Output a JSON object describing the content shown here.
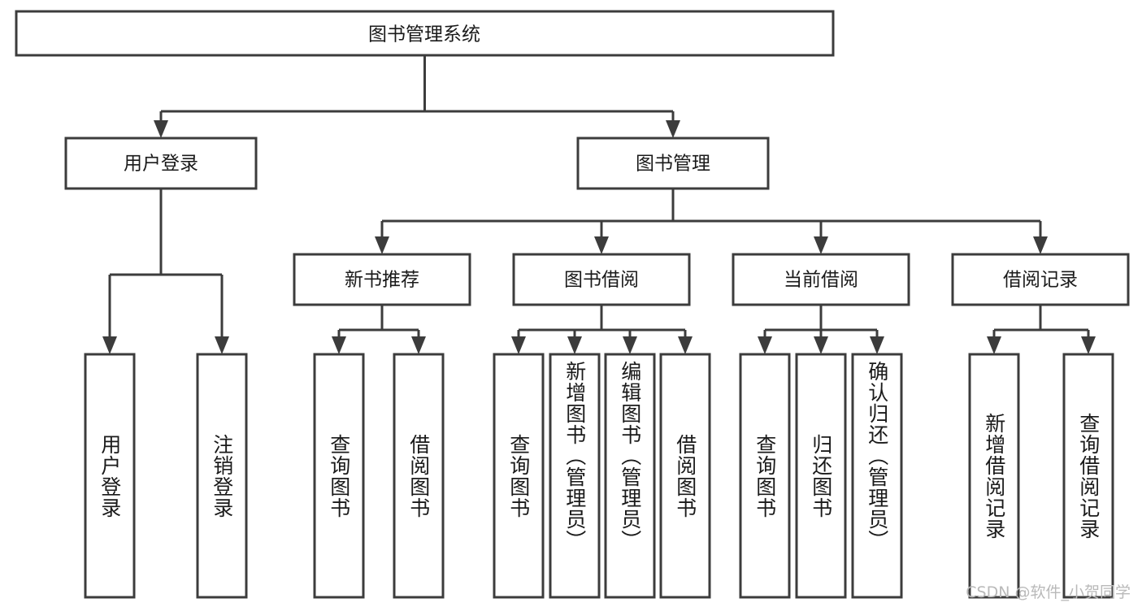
{
  "diagram": {
    "type": "tree",
    "title": "图书管理系统",
    "orientation": "top-down",
    "accent_color": "#3c3c3c",
    "background_color": "#ffffff",
    "root": {
      "id": "root",
      "label": "图书管理系统",
      "text_orientation": "horizontal"
    },
    "level2": [
      {
        "id": "user-login",
        "label": "用户登录",
        "text_orientation": "horizontal"
      },
      {
        "id": "book-manage",
        "label": "图书管理",
        "text_orientation": "horizontal"
      }
    ],
    "level3": [
      {
        "id": "new-book-recommend",
        "label": "新书推荐",
        "parent": "book-manage",
        "text_orientation": "horizontal"
      },
      {
        "id": "book-borrow",
        "label": "图书借阅",
        "parent": "book-manage",
        "text_orientation": "horizontal"
      },
      {
        "id": "current-borrow",
        "label": "当前借阅",
        "parent": "book-manage",
        "text_orientation": "horizontal"
      },
      {
        "id": "borrow-record",
        "label": "借阅记录",
        "parent": "book-manage",
        "text_orientation": "horizontal"
      }
    ],
    "leaves": [
      {
        "id": "leaf-user-login",
        "label": "用户登录",
        "parent": "user-login",
        "text_orientation": "vertical"
      },
      {
        "id": "leaf-logout",
        "label": "注销登录",
        "parent": "user-login",
        "text_orientation": "vertical"
      },
      {
        "id": "leaf-query-book-1",
        "label": "查询图书",
        "parent": "new-book-recommend",
        "text_orientation": "vertical"
      },
      {
        "id": "leaf-borrow-book-1",
        "label": "借阅图书",
        "parent": "new-book-recommend",
        "text_orientation": "vertical"
      },
      {
        "id": "leaf-query-book-2",
        "label": "查询图书",
        "parent": "book-borrow",
        "text_orientation": "vertical"
      },
      {
        "id": "leaf-add-book",
        "label": "新增图书（管理员）",
        "parent": "book-borrow",
        "text_orientation": "vertical"
      },
      {
        "id": "leaf-edit-book",
        "label": "编辑图书（管理员）",
        "parent": "book-borrow",
        "text_orientation": "vertical"
      },
      {
        "id": "leaf-borrow-book-2",
        "label": "借阅图书",
        "parent": "book-borrow",
        "text_orientation": "vertical"
      },
      {
        "id": "leaf-query-book-3",
        "label": "查询图书",
        "parent": "current-borrow",
        "text_orientation": "vertical"
      },
      {
        "id": "leaf-return-book",
        "label": "归还图书",
        "parent": "current-borrow",
        "text_orientation": "vertical"
      },
      {
        "id": "leaf-confirm-return",
        "label": "确认归还（管理员）",
        "parent": "current-borrow",
        "text_orientation": "vertical"
      },
      {
        "id": "leaf-add-record",
        "label": "新增借阅记录",
        "parent": "borrow-record",
        "text_orientation": "vertical"
      },
      {
        "id": "leaf-query-record",
        "label": "查询借阅记录",
        "parent": "borrow-record",
        "text_orientation": "vertical"
      }
    ]
  },
  "watermark": {
    "text": "CSDN @软件_小贺同学"
  }
}
